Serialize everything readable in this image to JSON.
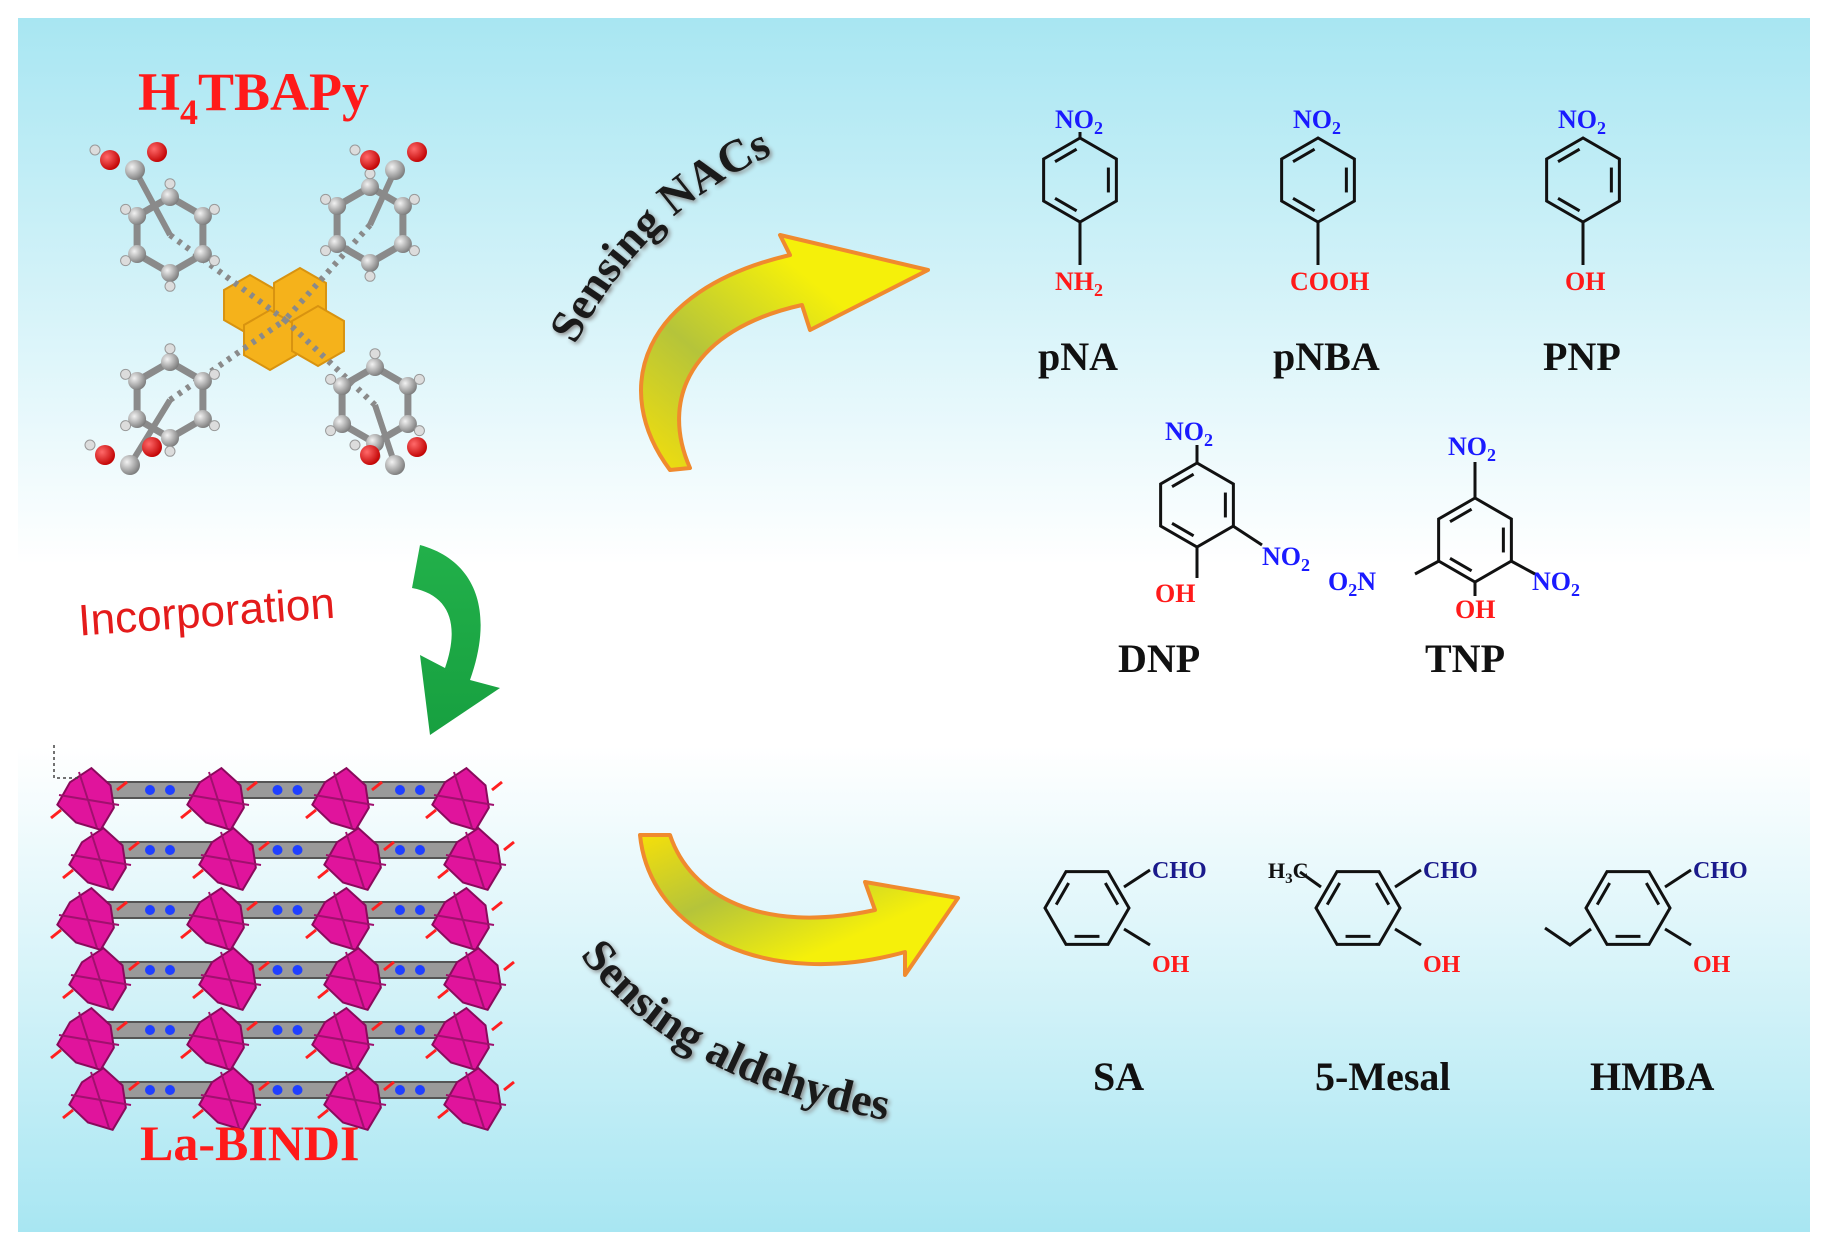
{
  "linker": {
    "label_main": "H",
    "label_sub": "4",
    "label_rest": "TBAPy"
  },
  "framework": {
    "label": "La-BINDI"
  },
  "process": {
    "label": "Incorporation"
  },
  "sensing_top": {
    "label": "Sensing NACs"
  },
  "sensing_bottom": {
    "label": "Sensing aldehydes"
  },
  "groups": {
    "no2": "NO",
    "no2_sub": "2",
    "nh2": "NH",
    "nh2_sub": "2",
    "cooh": "COOH",
    "oh": "OH",
    "o2n_a": "O",
    "o2n_sub": "2",
    "o2n_b": "N",
    "cho": "CHO",
    "h3c_a": "H",
    "h3c_sub": "3",
    "h3c_b": "C"
  },
  "compounds": {
    "pna": "pNA",
    "pnba": "pNBA",
    "pnp": "PNP",
    "dnp": "DNP",
    "tnp": "TNP",
    "sa": "SA",
    "mesal": "5-Mesal",
    "hmba": "HMBA"
  },
  "colors": {
    "title_red": "#ff1a1a",
    "nitro_blue": "#1a1aff",
    "hydroxyl_red": "#ff1a1a",
    "aldehyde_blue": "#1a1a8c",
    "arrow_green": "#1fb54a",
    "arrow_orange": "#f08a2e",
    "arrow_yellow": "#f5f00a",
    "node_magenta": "#e0149c",
    "pyrene_orange": "#f5b21b",
    "bg_top": "#a8e6f2",
    "bg_bottom": "#ffffff"
  }
}
